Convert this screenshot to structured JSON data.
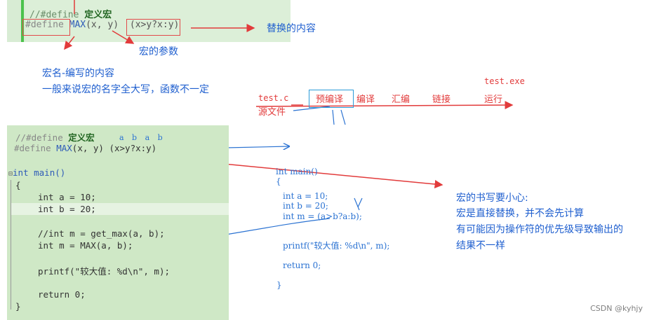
{
  "top": {
    "comment_prefix": "//#define",
    "comment_title": "定义宏",
    "define_kw": "#define",
    "macro_name": "MAX",
    "macro_params": "(x, y)",
    "macro_body": "(x>y?x:y)"
  },
  "annotations": {
    "replace_content": "替换的内容",
    "macro_params": "宏的参数",
    "macro_name_line1": "宏名-编写的内容",
    "macro_name_line2": "一般来说宏的名字全大写，函数不一定"
  },
  "pipeline": {
    "source_file": "test.c",
    "source_label": "源文件",
    "steps": [
      "预编译",
      "编译",
      "汇编",
      "链接"
    ],
    "exe_file": "test.exe",
    "run_label": "运行"
  },
  "code": {
    "comment_line": "//#define",
    "comment_title": "定义宏",
    "define_line_kw": "#define",
    "define_line_name": "MAX",
    "define_line_rest": "(x, y)  (x>y?x:y)",
    "handwritten_letters": "a b a b",
    "lines": [
      "int main()",
      "{",
      "int a = 10;",
      "int b = 20;",
      "//int m = get_max(a, b);",
      "int m = MAX(a, b);",
      "printf(\"较大值: %d\\n\", m);",
      "return 0;",
      "}"
    ]
  },
  "expanded": {
    "lines": [
      "int main()",
      "{",
      "int a = 10;",
      "int b = 20;",
      "int m =  (a>b?a:b);",
      "printf(\"较大值: %d\\n\", m);",
      "return 0;",
      "}"
    ]
  },
  "notes": {
    "line1": "宏的书写要小心:",
    "line2": "宏是直接替换，并不会先计算",
    "line3": "有可能因为操作符的优先级导致输出的",
    "line4": "结果不一样"
  },
  "watermark": "CSDN @kyhjy",
  "colors": {
    "annotation_blue": "#1f5fcf",
    "red": "#e23b3b",
    "code_bg": "#cfe8c6"
  }
}
